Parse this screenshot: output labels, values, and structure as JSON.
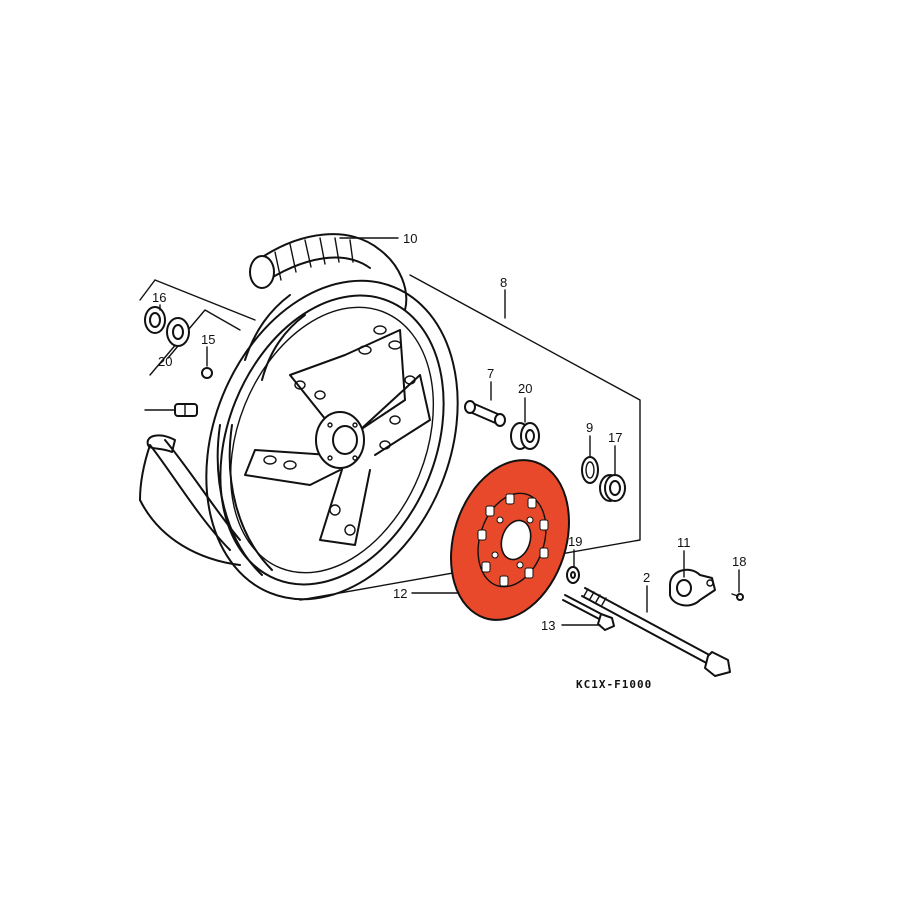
{
  "diagram": {
    "code": "KC1X-F1000",
    "highlight_color": "#e8492a",
    "callouts": [
      {
        "id": "10",
        "part": "tire"
      },
      {
        "id": "8",
        "part": "wheel"
      },
      {
        "id": "16",
        "part": "dust-seal-left"
      },
      {
        "id": "20",
        "part": "bearing"
      },
      {
        "id": "15",
        "part": "bolt"
      },
      {
        "id": "7",
        "part": "distance-collar"
      },
      {
        "id": "20",
        "part": "bearing"
      },
      {
        "id": "9",
        "part": "circlip"
      },
      {
        "id": "17",
        "part": "dust-seal"
      },
      {
        "id": "19",
        "part": "washer"
      },
      {
        "id": "11",
        "part": "speedometer-gearbox"
      },
      {
        "id": "18",
        "part": "screw"
      },
      {
        "id": "2",
        "part": "axle"
      },
      {
        "id": "12",
        "part": "brake-disc"
      },
      {
        "id": "13",
        "part": "disc-bolt"
      }
    ]
  }
}
